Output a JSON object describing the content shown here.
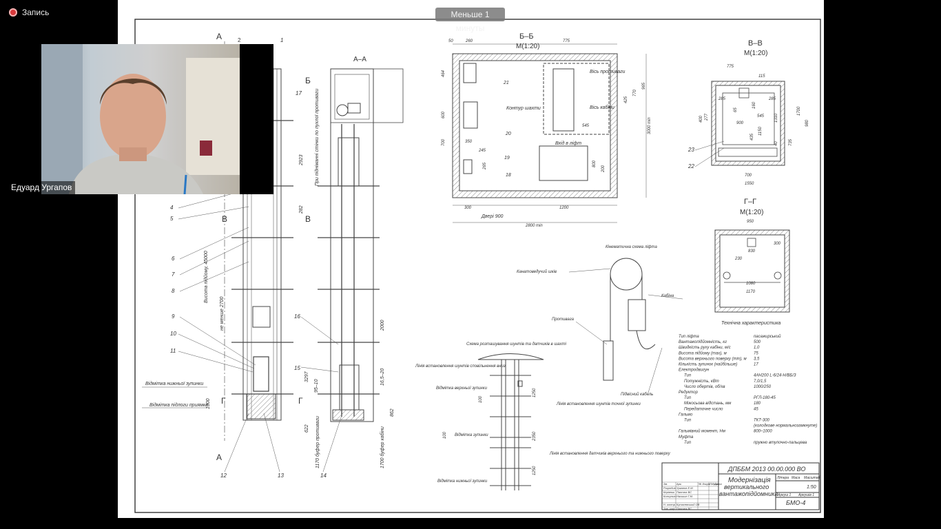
{
  "recording": {
    "label": "Запись",
    "color": "#d9393b"
  },
  "timer": {
    "label": "Меньше 1 минуты"
  },
  "participant": {
    "name": "Едуард Ургапов"
  },
  "drawing": {
    "sections": {
      "aa": "А–А",
      "bb": "Б–Б",
      "bb_scale": "М(1:20)",
      "vv": "В–В",
      "vv_scale": "М(1:20)",
      "gg": "Г–Г",
      "gg_scale": "М(1:20)"
    },
    "section_marks": {
      "a": "А",
      "b": "Б",
      "v": "В",
      "g": "Г",
      "two": "2"
    },
    "part_numbers": [
      "1",
      "4",
      "5",
      "6",
      "7",
      "8",
      "9",
      "10",
      "11",
      "12",
      "13",
      "14",
      "15",
      "16",
      "17"
    ],
    "plan_labels": {
      "n21": "21",
      "n20": "20",
      "n19": "19",
      "n18": "18",
      "n23": "23",
      "n22": "22",
      "contour": "Контур шахти",
      "axis_cw": "Вісь противаги",
      "axis_cab": "Вісь кабіни",
      "entrance": "Вхід в ліфт",
      "doors": "Двері 900"
    },
    "dims_bb": [
      "50",
      "260",
      "775",
      "464",
      "600",
      "700",
      "350",
      "245",
      "265",
      "800",
      "200",
      "300",
      "1200",
      "2800 min",
      "3000 min",
      "425",
      "770",
      "965",
      "545"
    ],
    "dims_vv": [
      "775",
      "115",
      "285",
      "285",
      "65",
      "160",
      "545",
      "277",
      "400",
      "900",
      "435",
      "1150",
      "1310",
      "1700",
      "980",
      "40",
      "735",
      "700",
      "1550"
    ],
    "dims_gg": [
      "950",
      "300",
      "830",
      "230",
      "1080",
      "1170"
    ],
    "elevation": {
      "lift_height": "Висота підйому, 45000",
      "min_2700": "не менше 2700",
      "d2923": "2923",
      "d282": "282",
      "d1300": "1300",
      "d622": "622",
      "d3297": "3297",
      "d95_10": "95–10",
      "d2000": "2000",
      "d165_20": "16,5–20",
      "d862": "862",
      "top_note": "При підніманні стінки по пухлої противаги",
      "mark_lower": "Відмітка нижньої зупинки",
      "mark_pit": "Відмітка підлоги приямка",
      "buf_cw": "1170 буфер противаги",
      "buf_cab": "1700 буфер кабіни"
    },
    "kinematic": {
      "title": "Кінематична схема ліфта",
      "pulley": "Канатоведучий шків",
      "cabin": "Кабіна",
      "counterweight": "Противага",
      "cable": "Підвісний кабель"
    },
    "sensors": {
      "title": "Схема розташування шунтів та датчиків в шахті",
      "line_lower": "Лінія встановлення шунтів сповільнення вниз",
      "line_exact": "Лінія встановлення шунтів точної зупинки",
      "line_top": "Лінія встановлення датчиків верхнього та нижнього поверху",
      "mark_top": "Відмітка верхньої зупинки",
      "mark_stop": "Відмітка зупинки",
      "mark_bottom": "Відмітка нижньої зупинки",
      "d1250a": "1250",
      "d1250b": "1250",
      "d2350": "2350",
      "d100a": "100",
      "d100b": "100"
    },
    "specs_title": "Технічна характеристика",
    "specs": [
      [
        "Тип ліфта",
        "пасажирський"
      ],
      [
        "Вантажопідйомність, кг",
        "500"
      ],
      [
        "Швидкість руху кабіни, м/с",
        "1,0"
      ],
      [
        "Висота підйому (max), м",
        "75"
      ],
      [
        "Висота верхнього поверху (min), м",
        "3,5"
      ],
      [
        "Кількість зупинок (найбільше)",
        "17"
      ],
      [
        "Електродвигун",
        ""
      ],
      [
        "Тип",
        "4AH200 L-6/24-Н/ВБ/З"
      ],
      [
        "Потужність, кВт",
        "7,0/1,5"
      ],
      [
        "Число обертів, об/хв",
        "1000/250"
      ],
      [
        "Редуктор",
        ""
      ],
      [
        "Тип",
        "РГЛ-180-45"
      ],
      [
        "Міжосьова відстань, мм",
        "180"
      ],
      [
        "Передаточне число",
        "45"
      ],
      [
        "Гальмо",
        ""
      ],
      [
        "Тип",
        "ТКТ-300"
      ],
      [
        "",
        "(колодкове нормальнозамкнуте)"
      ],
      [
        "Гальмівний момент, Нм",
        "800–1000"
      ],
      [
        "Муфта",
        ""
      ],
      [
        "Тип",
        "пружно втулочно-пальцева"
      ]
    ],
    "title_block": {
      "code": "ДПББМ 2013 00.00.000 ВО",
      "name_l1": "Модернізація",
      "name_l2": "вертикального",
      "name_l3": "вантажопідйомника",
      "group": "БМО-4",
      "h_lit": "Літера",
      "h_mass": "Маса",
      "h_scale": "Масштаб",
      "scale": "1:50",
      "sheet": "Аркуш 1",
      "sheets": "Аркушів 1",
      "rows": [
        [
          "Зм.",
          "Арк.",
          "№ докум.",
          "Підпис",
          "Дата"
        ],
        [
          "Розробив",
          "Ургапов Е.М.",
          "",
          "",
          ""
        ],
        [
          "Керівник",
          "Пантюх ВС",
          "",
          "",
          ""
        ],
        [
          "Консульт.",
          "Нікишин Г.М.",
          "",
          "",
          ""
        ],
        [
          "",
          "",
          "",
          "",
          ""
        ],
        [
          "Н. контр.",
          "Кутасевський ОВ",
          "",
          "",
          ""
        ],
        [
          "Зав. каф.",
          "Пантюх ВС",
          "",
          "",
          ""
        ]
      ]
    }
  }
}
